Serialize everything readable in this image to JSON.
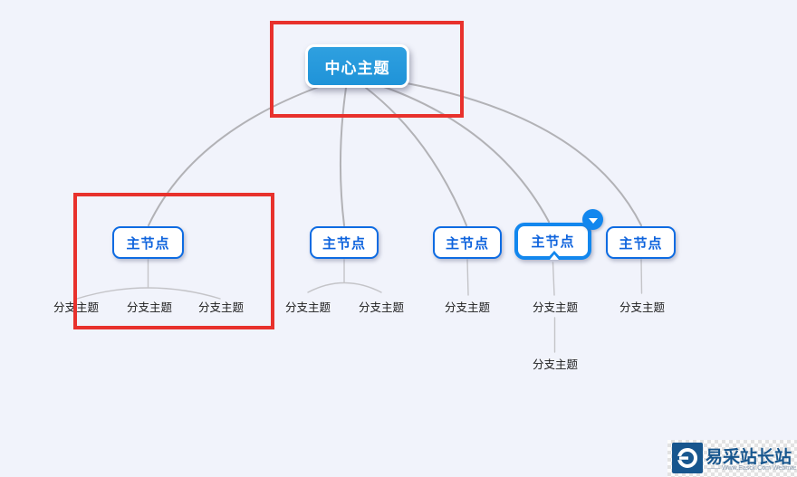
{
  "mindmap": {
    "central": {
      "label": "中心主题"
    },
    "nodes": [
      {
        "label": "主节点",
        "selected": false,
        "branches": [
          "分支主题",
          "分支主题",
          "分支主题"
        ]
      },
      {
        "label": "主节点",
        "selected": false,
        "branches": [
          "分支主题",
          "分支主题"
        ]
      },
      {
        "label": "主节点",
        "selected": false,
        "branches": [
          "分支主题"
        ]
      },
      {
        "label": "主节点",
        "selected": true,
        "branches": [
          "分支主题"
        ],
        "children": [
          "分支主题"
        ]
      },
      {
        "label": "主节点",
        "selected": false,
        "branches": [
          "分支主题"
        ]
      }
    ]
  },
  "icons": {
    "selection_handle": "collapse-triangle-down-icon",
    "watermark_logo": "easck-circle-e-icon"
  },
  "colors": {
    "background": "#f1f3fb",
    "central_fill": "#2497dc",
    "node_border": "#0d6be2",
    "node_text": "#0e63dd",
    "selected_border": "#1287ee",
    "edge_gray": "#b2b2b6",
    "annotation_red": "#e8312c",
    "watermark_blue": "#17568e"
  },
  "watermark": {
    "site_name": "易采站长站",
    "tagline": "—— Www.Easck.Com Webmaster"
  }
}
